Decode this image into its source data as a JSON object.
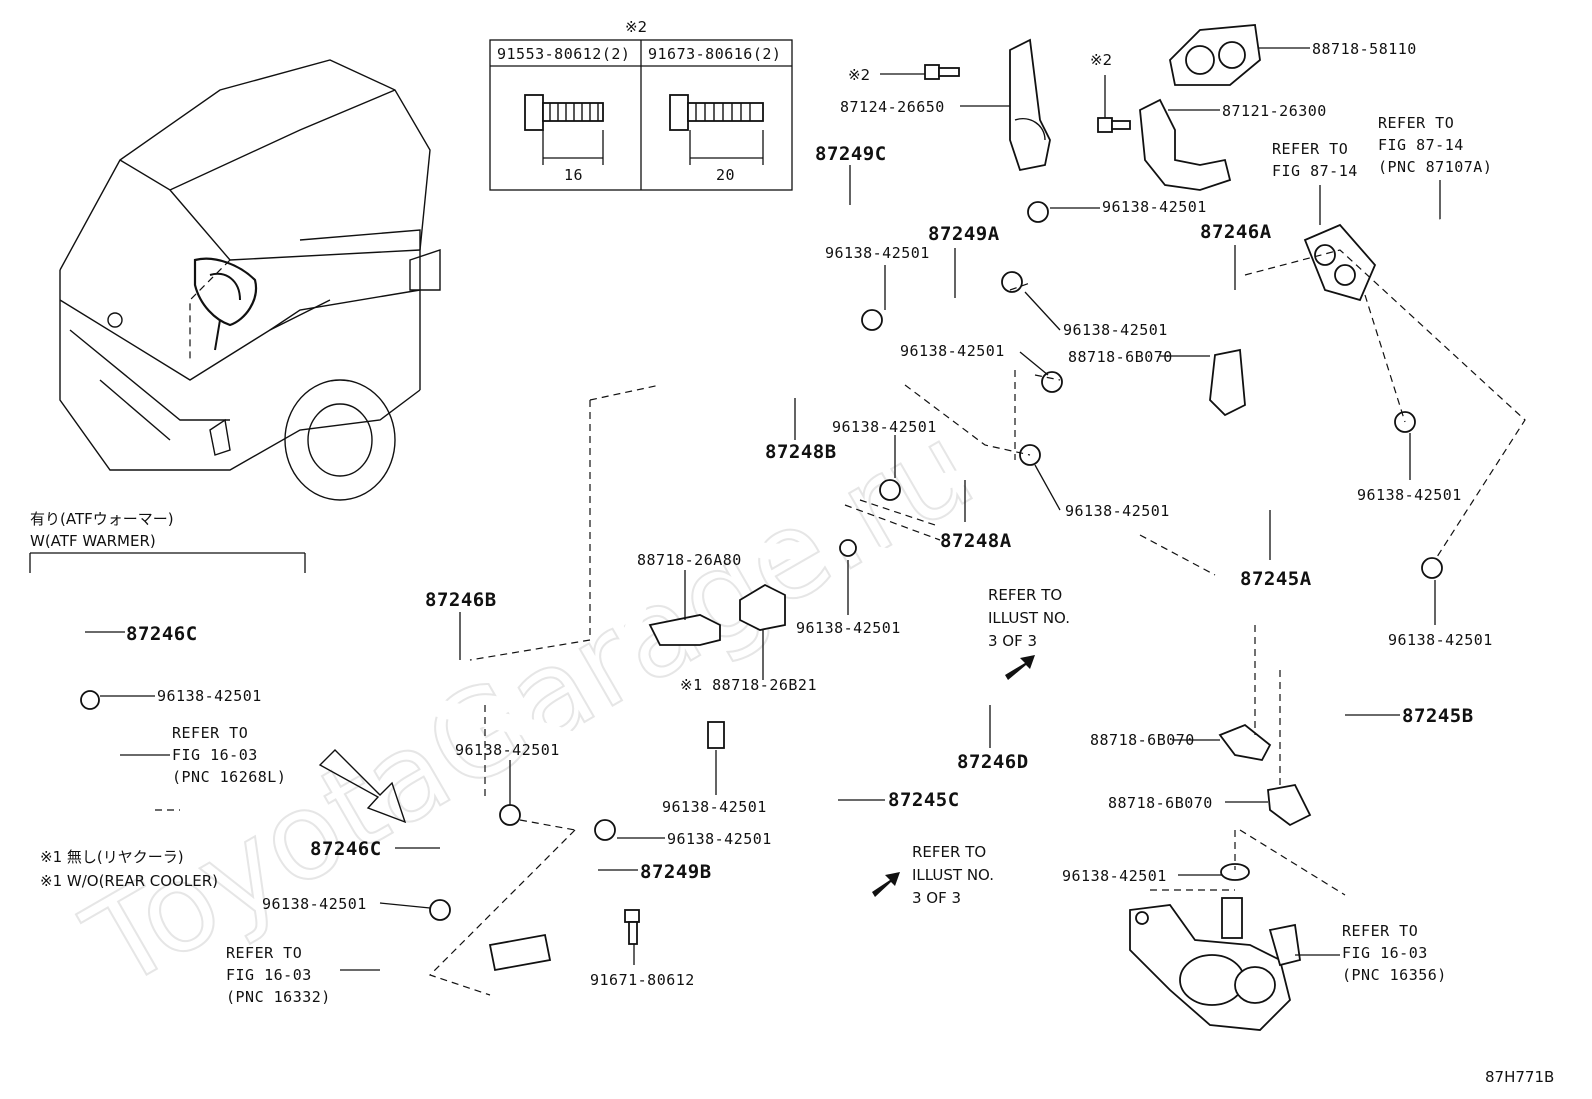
{
  "watermark": "ToyotaGarage.ru",
  "diagram_code": "87H771B",
  "bolt_table": {
    "note_mark": "※2",
    "col1_part": "91553-80612(2)",
    "col1_length": "16",
    "col2_part": "91673-80616(2)",
    "col2_length": "20"
  },
  "atf_box": {
    "title_jp": "有り(ATFウォーマー)",
    "title_en": "W(ATF WARMER)"
  },
  "footnote": {
    "jp": "※1 無し(リヤクーラ)",
    "en": "※1 W/O(REAR COOLER)"
  },
  "hoses": {
    "h87249C": "87249C",
    "h87249A": "87249A",
    "h87246A": "87246A",
    "h87248B": "87248B",
    "h87248A": "87248A",
    "h87245A": "87245A",
    "h87246B": "87246B",
    "h87246C_a": "87246C",
    "h87246C_b": "87246C",
    "h87246D": "87246D",
    "h87245B": "87245B",
    "h87245C": "87245C",
    "h87249B": "87249B"
  },
  "parts": {
    "p88718_58110": "88718-58110",
    "p87124_26650": "87124-26650",
    "p87121_26300": "87121-26300",
    "mark_a": "※2",
    "mark_b": "※2",
    "p88718_6B070_a": "88718-6B070",
    "p88718_6B070_b": "88718-6B070",
    "p88718_6B070_c": "88718-6B070",
    "p88718_26A80": "88718-26A80",
    "p88718_26B21": "※1 88718-26B21",
    "p91671_80612": "91671-80612"
  },
  "clamps": {
    "c1": "96138-42501",
    "c2": "96138-42501",
    "c3": "96138-42501",
    "c4": "96138-42501",
    "c5": "96138-42501",
    "c6": "96138-42501",
    "c7": "96138-42501",
    "c8": "96138-42501",
    "c9": "96138-42501",
    "c10": "96138-42501",
    "c11": "96138-42501",
    "c12": "96138-42501",
    "c13": "96138-42501",
    "c14": "96138-42501",
    "c15": "96138-42501"
  },
  "refs": {
    "r1_l1": "REFER TO",
    "r1_l2": "FIG 87-14",
    "r2_l1": "REFER TO",
    "r2_l2": "FIG 87-14",
    "r2_l3": "(PNC 87107A)",
    "r3_l1": "REFER TO",
    "r3_l2": "ILLUST NO.",
    "r3_l3": "3 OF 3",
    "r4_l1": "REFER TO",
    "r4_l2": "ILLUST NO.",
    "r4_l3": "3 OF 3",
    "r5_l1": "REFER TO",
    "r5_l2": "FIG 16-03",
    "r5_l3": "(PNC 16268L)",
    "r6_l1": "REFER TO",
    "r6_l2": "FIG 16-03",
    "r6_l3": "(PNC 16332)",
    "r7_l1": "REFER TO",
    "r7_l2": "FIG 16-03",
    "r7_l3": "(PNC 16356)"
  }
}
